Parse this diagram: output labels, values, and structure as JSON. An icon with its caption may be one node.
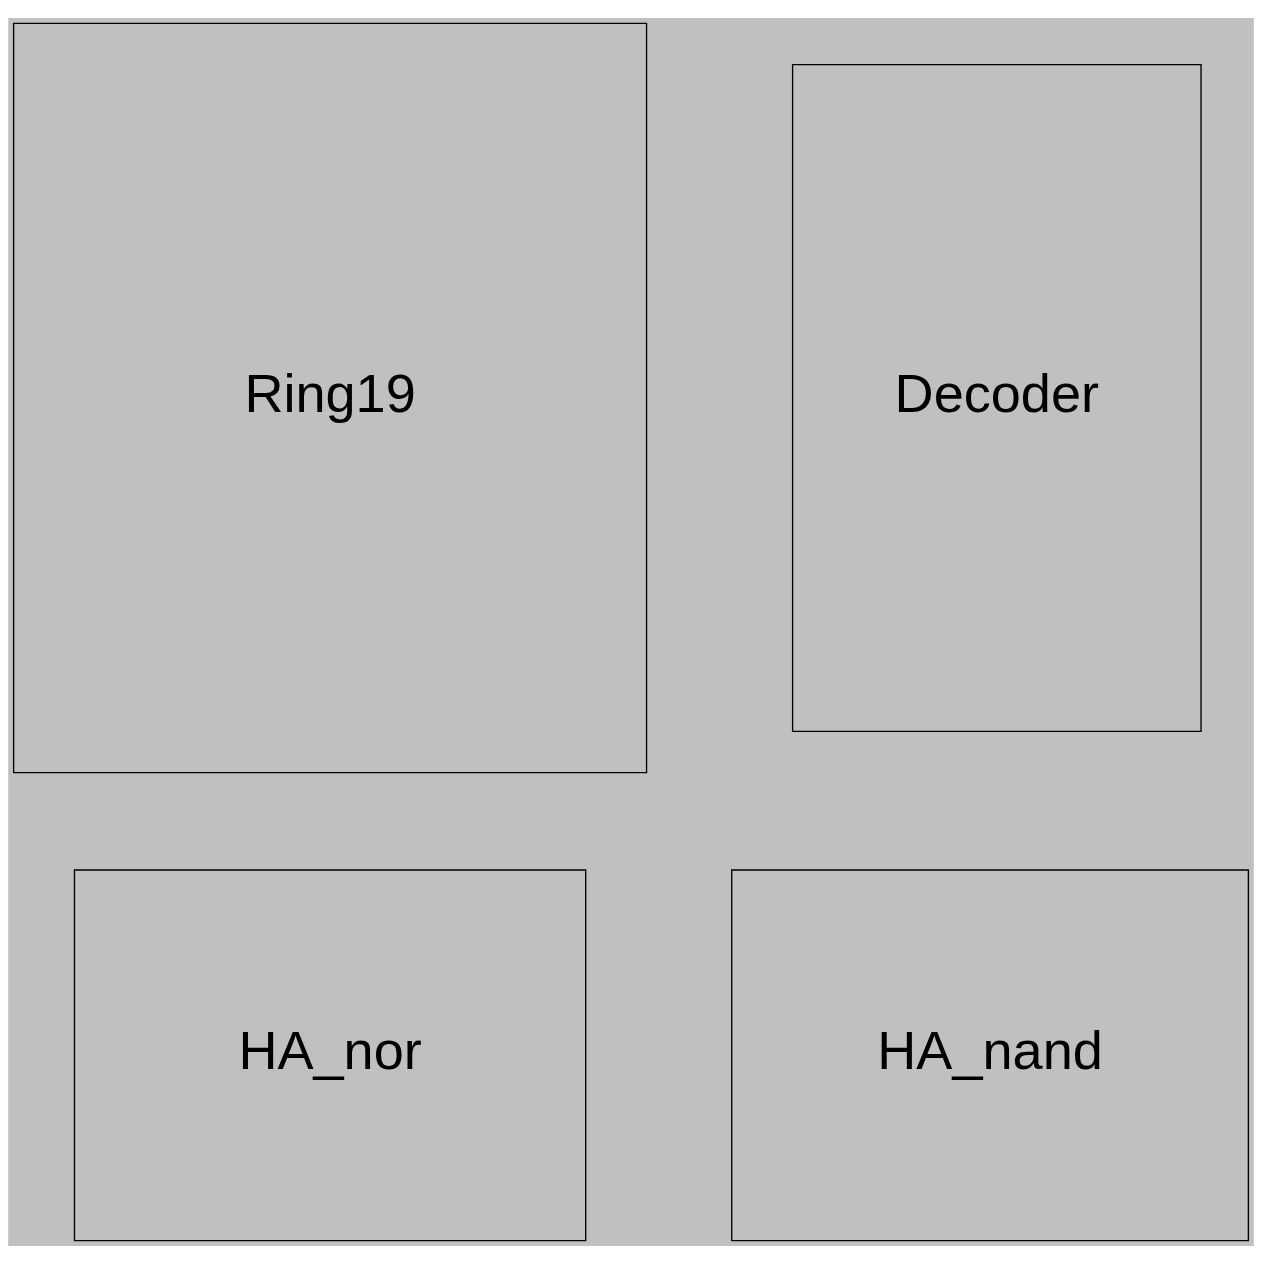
{
  "diagram": {
    "nodes": [
      {
        "text": [
          "Ring19"
        ]
      },
      {
        "text": [
          "Decoder"
        ]
      },
      {
        "text": [
          "HA_nor"
        ]
      },
      {
        "text": [
          "HA_nand"
        ]
      }
    ],
    "edges": []
  }
}
